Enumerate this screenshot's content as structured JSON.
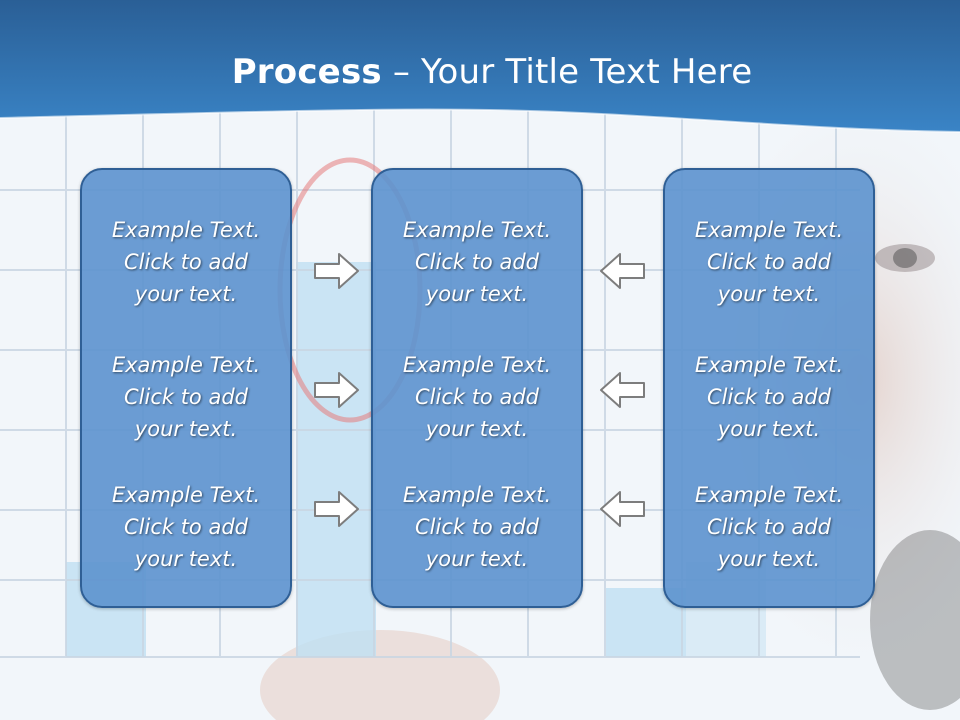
{
  "title": {
    "bold": "Process",
    "rest": " – Your Title Text Here"
  },
  "columns": [
    {
      "items": [
        {
          "l1": "Example Text.",
          "l2": "Click  to add",
          "l3": "your text."
        },
        {
          "l1": "Example Text.",
          "l2": "Click  to add",
          "l3": "your text."
        },
        {
          "l1": "Example Text.",
          "l2": "Click  to add",
          "l3": "your text."
        }
      ]
    },
    {
      "items": [
        {
          "l1": "Example Text.",
          "l2": "Click  to add",
          "l3": "your text."
        },
        {
          "l1": "Example Text.",
          "l2": "Click  to add",
          "l3": "your text."
        },
        {
          "l1": "Example Text.",
          "l2": "Click  to add",
          "l3": "your text."
        }
      ]
    },
    {
      "items": [
        {
          "l1": "Example Text.",
          "l2": "Click  to add",
          "l3": "your text."
        },
        {
          "l1": "Example Text.",
          "l2": "Click  to add",
          "l3": "your text."
        },
        {
          "l1": "Example Text.",
          "l2": "Click  to add",
          "l3": "your text."
        }
      ]
    }
  ],
  "colors": {
    "header": "#2d6aa6",
    "box": "#5c92ce",
    "box_border": "#2f5f95",
    "text": "#ffffff"
  },
  "icons": {
    "left_arrows": "arrow-right-icon",
    "right_arrows": "arrow-left-icon"
  }
}
